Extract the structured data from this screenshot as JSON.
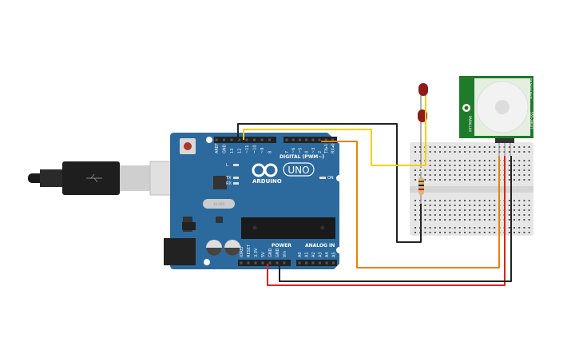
{
  "colors": {
    "board": "#2c6a9e",
    "wire_black": "#222222",
    "wire_yellow": "#f5d000",
    "wire_orange": "#e8820c",
    "wire_red": "#e0201c",
    "pir_board": "#1f7a2a",
    "led": "#8e1a1a",
    "breadboard": "#e6e6e6"
  },
  "arduino": {
    "brand": "ARDUINO",
    "model": "UNO",
    "digital_label": "DIGITAL (PWM~)",
    "power_label": "POWER",
    "analog_label": "ANALOG IN",
    "leds": [
      "L",
      "TX",
      "RX",
      "ON"
    ],
    "digital_pins": [
      "AREF",
      "GND",
      "13",
      "12",
      "~11",
      "~10",
      "~9",
      "8",
      "7",
      "~6",
      "~5",
      "4",
      "~3",
      "2",
      "TX▸1",
      "RX◂0"
    ],
    "power_pins": [
      "IOREF",
      "RESET",
      "3.3V",
      "5V",
      "GND",
      "GND",
      "Vin"
    ],
    "analog_pins": [
      "A0",
      "A1",
      "A2",
      "A3",
      "A4",
      "A5"
    ],
    "crystal": "16.000"
  },
  "pir": {
    "label": "PARALLAX",
    "side_text": "555-28027",
    "top_text": "PIR Sensor Rev B"
  }
}
